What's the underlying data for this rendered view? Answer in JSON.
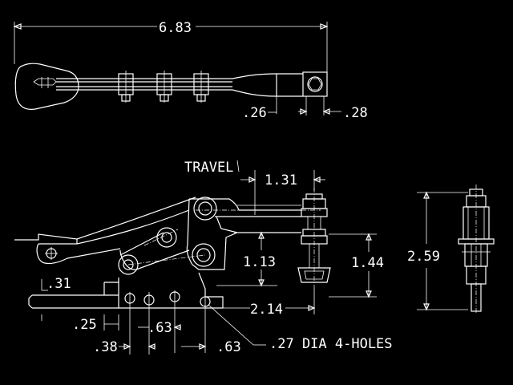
{
  "colors": {
    "background": "#000000",
    "line": "#ffffff"
  },
  "top_view": {
    "overall_length": "6.83",
    "spindle_offset": ".26",
    "spindle_width": ".28"
  },
  "side_view": {
    "travel_label": "TRAVEL",
    "travel": "1.31",
    "pivot_height": "1.13",
    "spindle_height": "1.44",
    "base_length": "2.14",
    "base_thickness": ".31",
    "hole_edge_offset": ".25",
    "hole_pitch_left": ".63",
    "hole_pitch_right": ".63",
    "hole_start": ".38",
    "hole_note": ".27 DIA 4-HOLES"
  },
  "end_view": {
    "overall_height": "2.59"
  }
}
